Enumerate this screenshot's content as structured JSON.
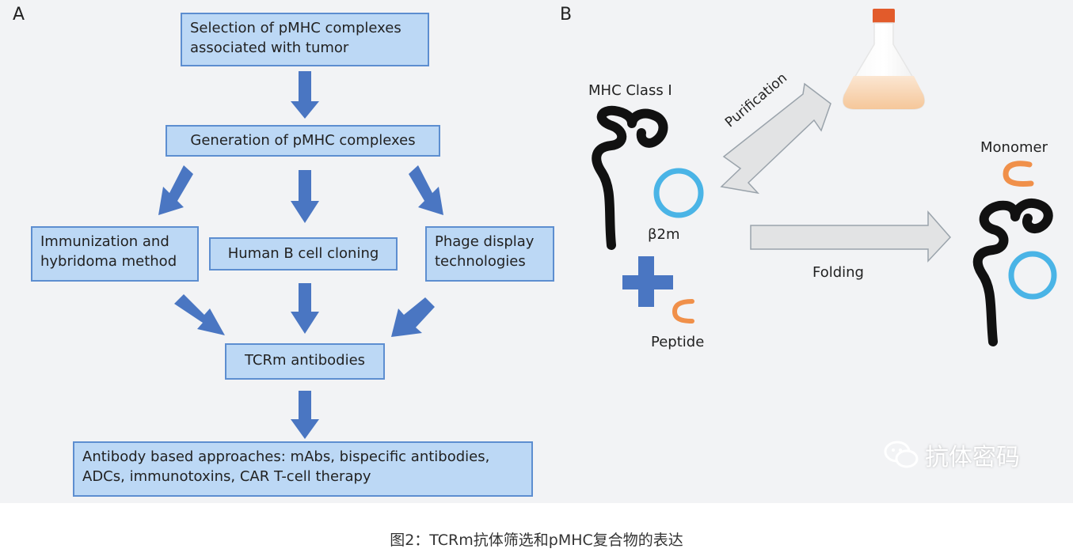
{
  "panel_a": {
    "label": "A",
    "box_selection": [
      "Selection of pMHC complexes",
      "associated with tumor"
    ],
    "box_generation": "Generation of pMHC complexes",
    "box_immunization": [
      "Immunization and",
      "hybridoma method"
    ],
    "box_bcell": "Human B cell cloning",
    "box_phage": [
      "Phage display",
      "technologies"
    ],
    "box_tcrm": "TCRm antibodies",
    "box_approaches": [
      "Antibody based approaches: mAbs, bispecific antibodies,",
      "ADCs, immunotoxins, CAR T-cell therapy"
    ]
  },
  "panel_b": {
    "label": "B",
    "mhc_label": "MHC Class I",
    "b2m_label": "β2m",
    "peptide_label": "Peptide",
    "purification_label": "Purification",
    "folding_label": "Folding",
    "monomer_label": "Monomer"
  },
  "watermark": "抗体密码",
  "caption": "图2：TCRm抗体筛选和pMHC复合物的表达",
  "colors": {
    "box_fill": "#bcd8f5",
    "box_border": "#5d8ed0",
    "arrow_blue": "#4a76c2",
    "chain_black": "#111111",
    "b2m_blue": "#4ab4e6",
    "peptide_orange": "#f0904a",
    "gray_arrow": "#e2e3e4"
  }
}
